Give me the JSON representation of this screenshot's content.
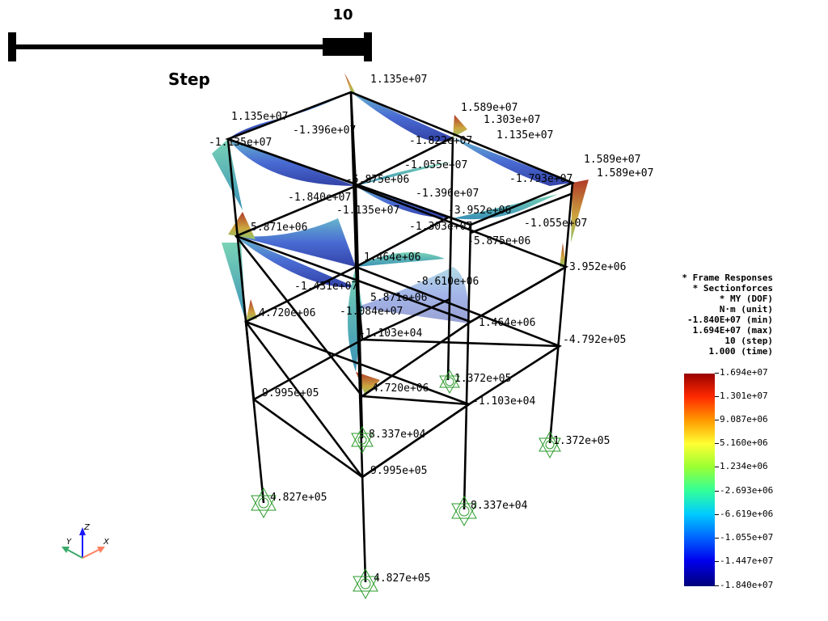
{
  "slider": {
    "value": "10",
    "title": "Step"
  },
  "legend": {
    "lines": [
      "* Frame Responses",
      "* Sectionforces",
      "* MY (DOF)",
      "N·m (unit)",
      "-1.840E+07 (min)",
      "1.694E+07 (max)",
      "10 (step)",
      "1.000 (time)"
    ]
  },
  "colorbar": {
    "ticks": [
      "1.694e+07",
      "1.301e+07",
      "9.087e+06",
      "5.160e+06",
      "1.234e+06",
      "-2.693e+06",
      "-6.619e+06",
      "-1.055e+07",
      "-1.447e+07",
      "-1.840e+07"
    ]
  },
  "axes": {
    "x": "X",
    "y": "Y",
    "z": "Z"
  },
  "labels": [
    "1.135e+07",
    "1.135e+07",
    "-1.396e+07",
    "-1.135e+07",
    "1.589e+07",
    "1.303e+07",
    "1.135e+07",
    "-1.822e+07",
    "-1.055e+07",
    "-1.793e+07",
    "1.589e+07",
    "1.589e+07",
    "-5.875e+06",
    "-1.840e+07",
    "-1.396e+07",
    "-1.135e+07",
    "-3.952e+06",
    "-1.055e+07",
    "5.871e+06",
    "-1.303e+07",
    "-5.875e+06",
    "1.464e+06",
    "3.952e+06",
    "-1.431e+07",
    "-8.610e+06",
    "5.871e+06",
    "4.720e+06",
    "-1.084e+07",
    "-1.103e+04",
    "1.464e+06",
    "-4.792e+05",
    "1.372e+05",
    "9.995e+05",
    "4.720e+06",
    "-1.103e+04",
    "8.337e+04",
    "1.372e+05",
    "9.995e+05",
    "4.827e+05",
    "8.337e+04",
    "4.827e+05"
  ]
}
